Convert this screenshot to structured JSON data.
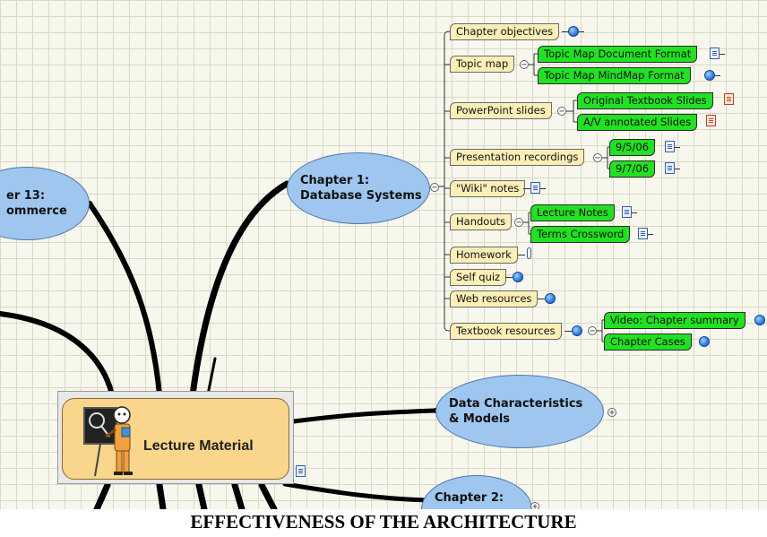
{
  "central_topic": {
    "label": "Lecture Material"
  },
  "main_topics": {
    "chapter13": {
      "line1": "er 13:",
      "line2": "ommerce"
    },
    "chapter1": {
      "line1": "Chapter 1:",
      "line2": "Database Systems"
    },
    "data_char": {
      "line1": "Data Characteristics",
      "line2": "& Models"
    },
    "chapter2": {
      "line1": "Chapter 2:"
    }
  },
  "subtopics": {
    "objectives": "Chapter objectives",
    "topic_map": "Topic map",
    "powerpoint": "PowerPoint slides",
    "recordings": "Presentation recordings",
    "wiki": "\"Wiki\" notes",
    "handouts": "Handouts",
    "homework": "Homework",
    "self_quiz": "Self quiz",
    "web_resources": "Web resources",
    "textbook_resources": "Textbook resources"
  },
  "leaves": {
    "tm_doc": "Topic Map Document Format",
    "tm_mind": "Topic Map MindMap Format",
    "orig_slides": "Original Textbook Slides",
    "av_slides": "A/V annotated Slides",
    "rec1": "9/5/06",
    "rec2": "9/7/06",
    "lecture_notes": "Lecture Notes",
    "terms": "Terms Crossword",
    "video": "Video: Chapter summary",
    "cases": "Chapter Cases"
  },
  "footer": {
    "caption": "EFFECTIVENESS OF THE ARCHITECTURE"
  },
  "colors": {
    "topic_fill": "#fbefb7",
    "leaf_fill": "#22e022",
    "ellipse_fill": "#9ec6ef",
    "central_fill": "#f9d68c"
  },
  "icons": {
    "doc": "document-icon",
    "web": "web-link-icon",
    "attachment": "paperclip-icon",
    "teacher": "teacher-clipart-icon"
  }
}
